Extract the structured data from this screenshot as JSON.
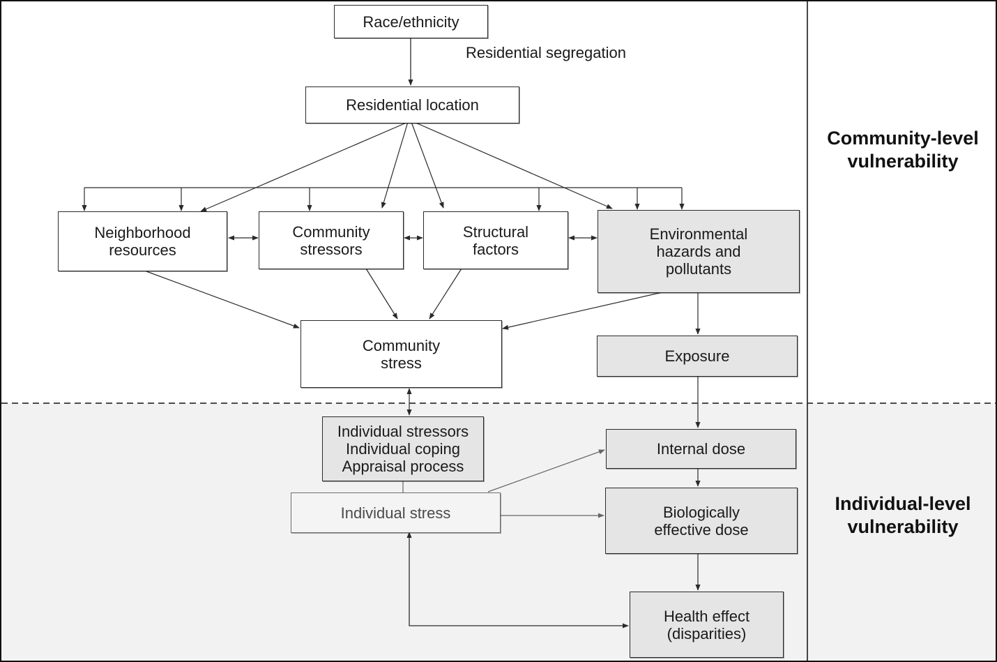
{
  "nodes": {
    "race_ethnicity": "Race/ethnicity",
    "residential_location": "Residential location",
    "neighborhood_resources": "Neighborhood\nresources",
    "community_stressors": "Community\nstressors",
    "structural_factors": "Structural\nfactors",
    "environmental_hazards": "Environmental\nhazards and\npollutants",
    "community_stress": "Community\nstress",
    "exposure": "Exposure",
    "individual_factors": "Individual stressors\nIndividual coping\nAppraisal process",
    "individual_stress": "Individual stress",
    "internal_dose": "Internal dose",
    "biologically_effective_dose": "Biologically\neffective dose",
    "health_effect": "Health effect\n(disparities)"
  },
  "edge_labels": {
    "residential_segregation": "Residential segregation"
  },
  "levels": {
    "community": "Community-level\nvulnerability",
    "individual": "Individual-level\nvulnerability"
  },
  "colors": {
    "lower_band": "#f2f2f2",
    "gray_box": "#e5e5e5",
    "line": "#2a2a2a"
  }
}
